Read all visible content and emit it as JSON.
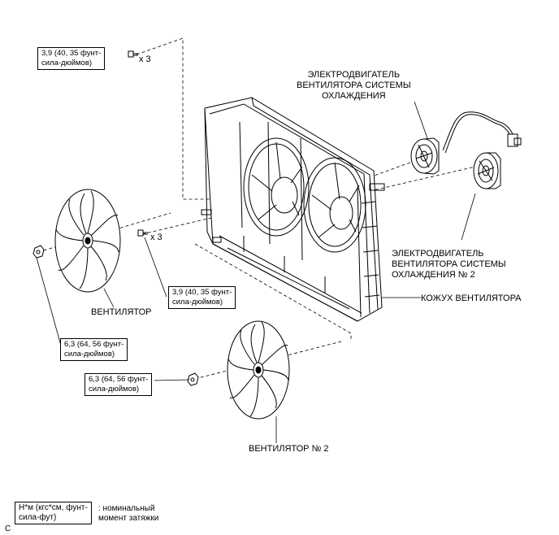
{
  "torque": {
    "top_bolt": "3,9 (40, 35 фунт-\nсила-дюймов)",
    "top_bolt_qty": "x 3",
    "mid_bolt": "3,9 (40, 35 фунт-\nсила-дюймов)",
    "mid_bolt_qty": "x 3",
    "fan_nut": "6,3 (64, 56 фунт-\nсила-дюймов)",
    "fan2_nut": "6,3 (64, 56 фунт-\nсила-дюймов)"
  },
  "labels": {
    "motor": "ЭЛЕКТРОДВИГАТЕЛЬ\nВЕНТИЛЯТОРА СИСТЕМЫ\nОХЛАЖДЕНИЯ",
    "motor2": "ЭЛЕКТРОДВИГАТЕЛЬ\nВЕНТИЛЯТОРА СИСТЕМЫ\nОХЛАЖДЕНИЯ № 2",
    "shroud": "КОЖУХ ВЕНТИЛЯТОРА",
    "fan": "ВЕНТИЛЯТОР",
    "fan2": "ВЕНТИЛЯТОР № 2"
  },
  "legend": {
    "unit": "Н*м (кгс*см, фунт-\nсила-фут)",
    "text": ": номинальный\nмомент затяжки"
  },
  "figure_ref": "C"
}
